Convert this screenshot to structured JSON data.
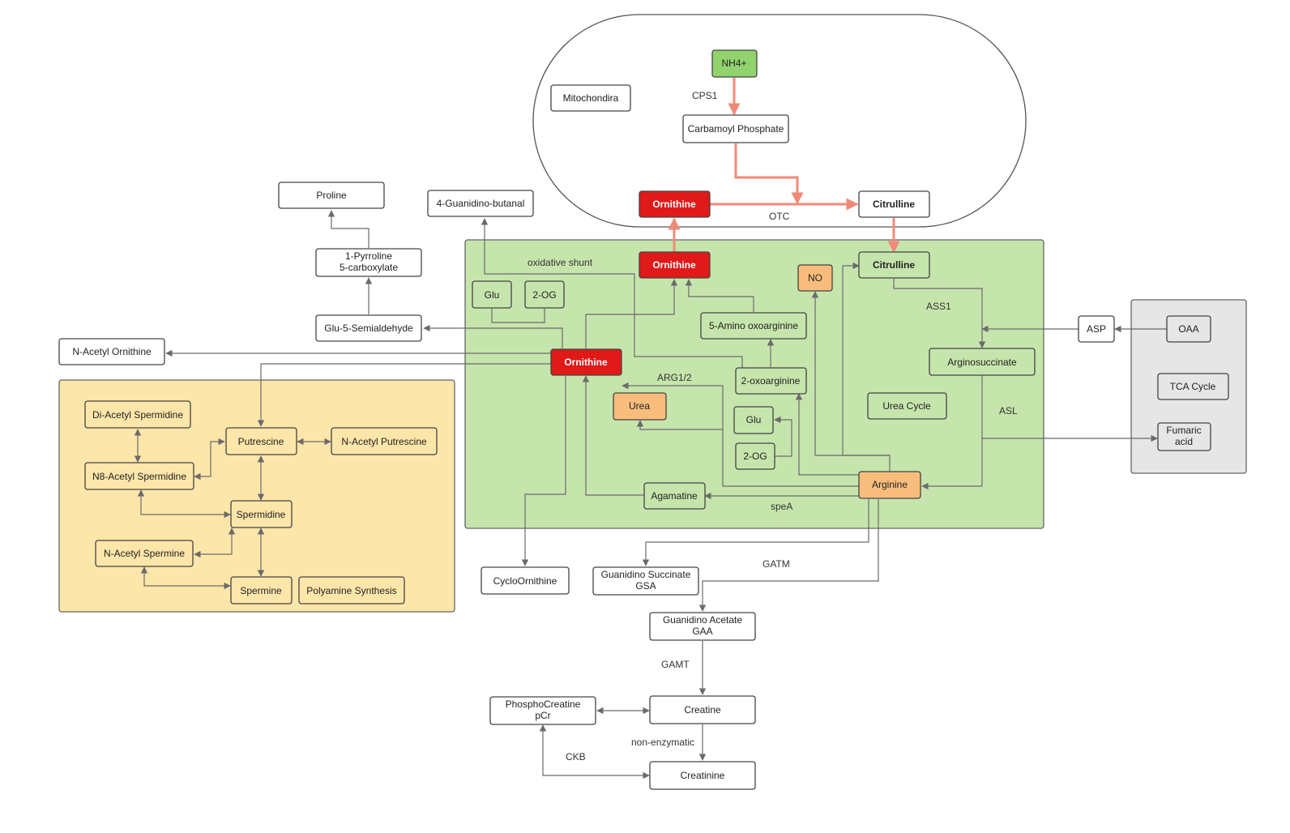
{
  "colors": {
    "mitochondria_region": "#ffffff",
    "urea_region": "#c6e5ac",
    "polyamine_region": "#fde6a9",
    "tca_region": "#e6e6e6",
    "highlight_red": "#e01919",
    "highlight_green": "#92d36e",
    "highlight_orange": "#f8bd7c",
    "main_flux_edge": "#f08a78",
    "edge": "#6b6b6b"
  },
  "nodes": {
    "nh4": "NH4+",
    "mitochondria": "Mitochondira",
    "carbamoyl_phosphate": "Carbamoyl Phosphate",
    "ornithine_mito": "Ornithine",
    "citrulline_mito": "Citrulline",
    "proline": "Proline",
    "guanidino_butanal": "4-Guanidino-butanal",
    "pyrroline_1": "1-Pyrroline",
    "pyrroline_2": "5-carboxylate",
    "glu5_semialdehyde": "Glu-5-Semialdehyde",
    "n_acetyl_ornithine": "N-Acetyl Ornithine",
    "ornithine_cyto": "Ornithine",
    "ornithine_main": "Ornithine",
    "citrulline_cyto": "Citrulline",
    "no": "NO",
    "glu_top": "Glu",
    "og_top": "2-OG",
    "amino_oxoarginine": "5-Amino oxoarginine",
    "oxoarginine": "2-oxoarginine",
    "urea": "Urea",
    "glu_bottom": "Glu",
    "og_bottom": "2-OG",
    "arginosuccinate": "Arginosuccinate",
    "urea_cycle": "Urea Cycle",
    "arginine": "Arginine",
    "agamatine": "Agamatine",
    "asp": "ASP",
    "oaa": "OAA",
    "tca_cycle": "TCA Cycle",
    "fumaric_1": "Fumaric",
    "fumaric_2": "acid",
    "di_acetyl_spermidine": "Di-Acetyl Spermidine",
    "putrescine": "Putrescine",
    "n_acetyl_putrescine": "N-Acetyl Putrescine",
    "n8_acetyl_spermidine": "N8-Acetyl Spermidine",
    "spermidine": "Spermidine",
    "n_acetyl_spermine": "N-Acetyl Spermine",
    "spermine": "Spermine",
    "polyamine_synthesis": "Polyamine Synthesis",
    "cyclo_ornithine": "CycloOrnithine",
    "gsa_1": "Guanidino Succinate",
    "gsa_2": "GSA",
    "gaa_1": "Guanidino Acetate",
    "gaa_2": "GAA",
    "phosphocreatine_1": "PhosphoCreatine",
    "phosphocreatine_2": "pCr",
    "creatine": "Creatine",
    "creatinine": "Creatinine"
  },
  "labels": {
    "cps1": "CPS1",
    "otc": "OTC",
    "oxidative_shunt": "oxidative shunt",
    "ass1": "ASS1",
    "arg12": "ARG1/2",
    "asl": "ASL",
    "spea": "speA",
    "gatm": "GATM",
    "gamt": "GAMT",
    "non_enzymatic": "non-enzymatic",
    "ckb": "CKB"
  }
}
